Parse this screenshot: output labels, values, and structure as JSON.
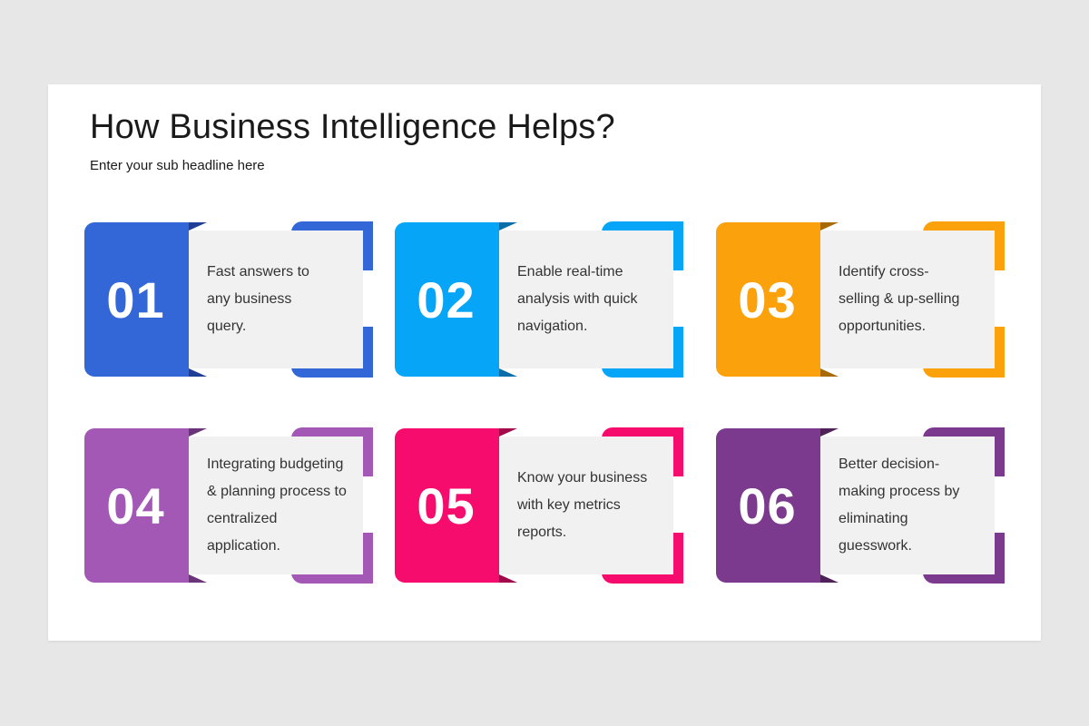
{
  "slide": {
    "title": "How Business Intelligence Helps?",
    "subtitle": "Enter your sub headline here"
  },
  "cards": [
    {
      "number": "01",
      "text": "Fast answers to\nany business\nquery.",
      "color": "#3366d6",
      "fold_color": "#1f3f96"
    },
    {
      "number": "02",
      "text": "Enable real-time\nanalysis with quick\nnavigation.",
      "color": "#06a5f7",
      "fold_color": "#0a6fa8"
    },
    {
      "number": "03",
      "text": "Identify cross-\nselling & up-selling\nopportunities.",
      "color": "#fba10b",
      "fold_color": "#a86a05"
    },
    {
      "number": "04",
      "text": "Integrating budgeting\n& planning process to\ncentralized\napplication.",
      "color": "#a358b6",
      "fold_color": "#6b3479"
    },
    {
      "number": "05",
      "text": "Know your business\nwith key metrics\nreports.",
      "color": "#f60c6c",
      "fold_color": "#a3084a"
    },
    {
      "number": "06",
      "text": "Better decision-\nmaking process by\neliminating\nguesswork.",
      "color": "#7b3a8d",
      "fold_color": "#4e2159"
    }
  ]
}
